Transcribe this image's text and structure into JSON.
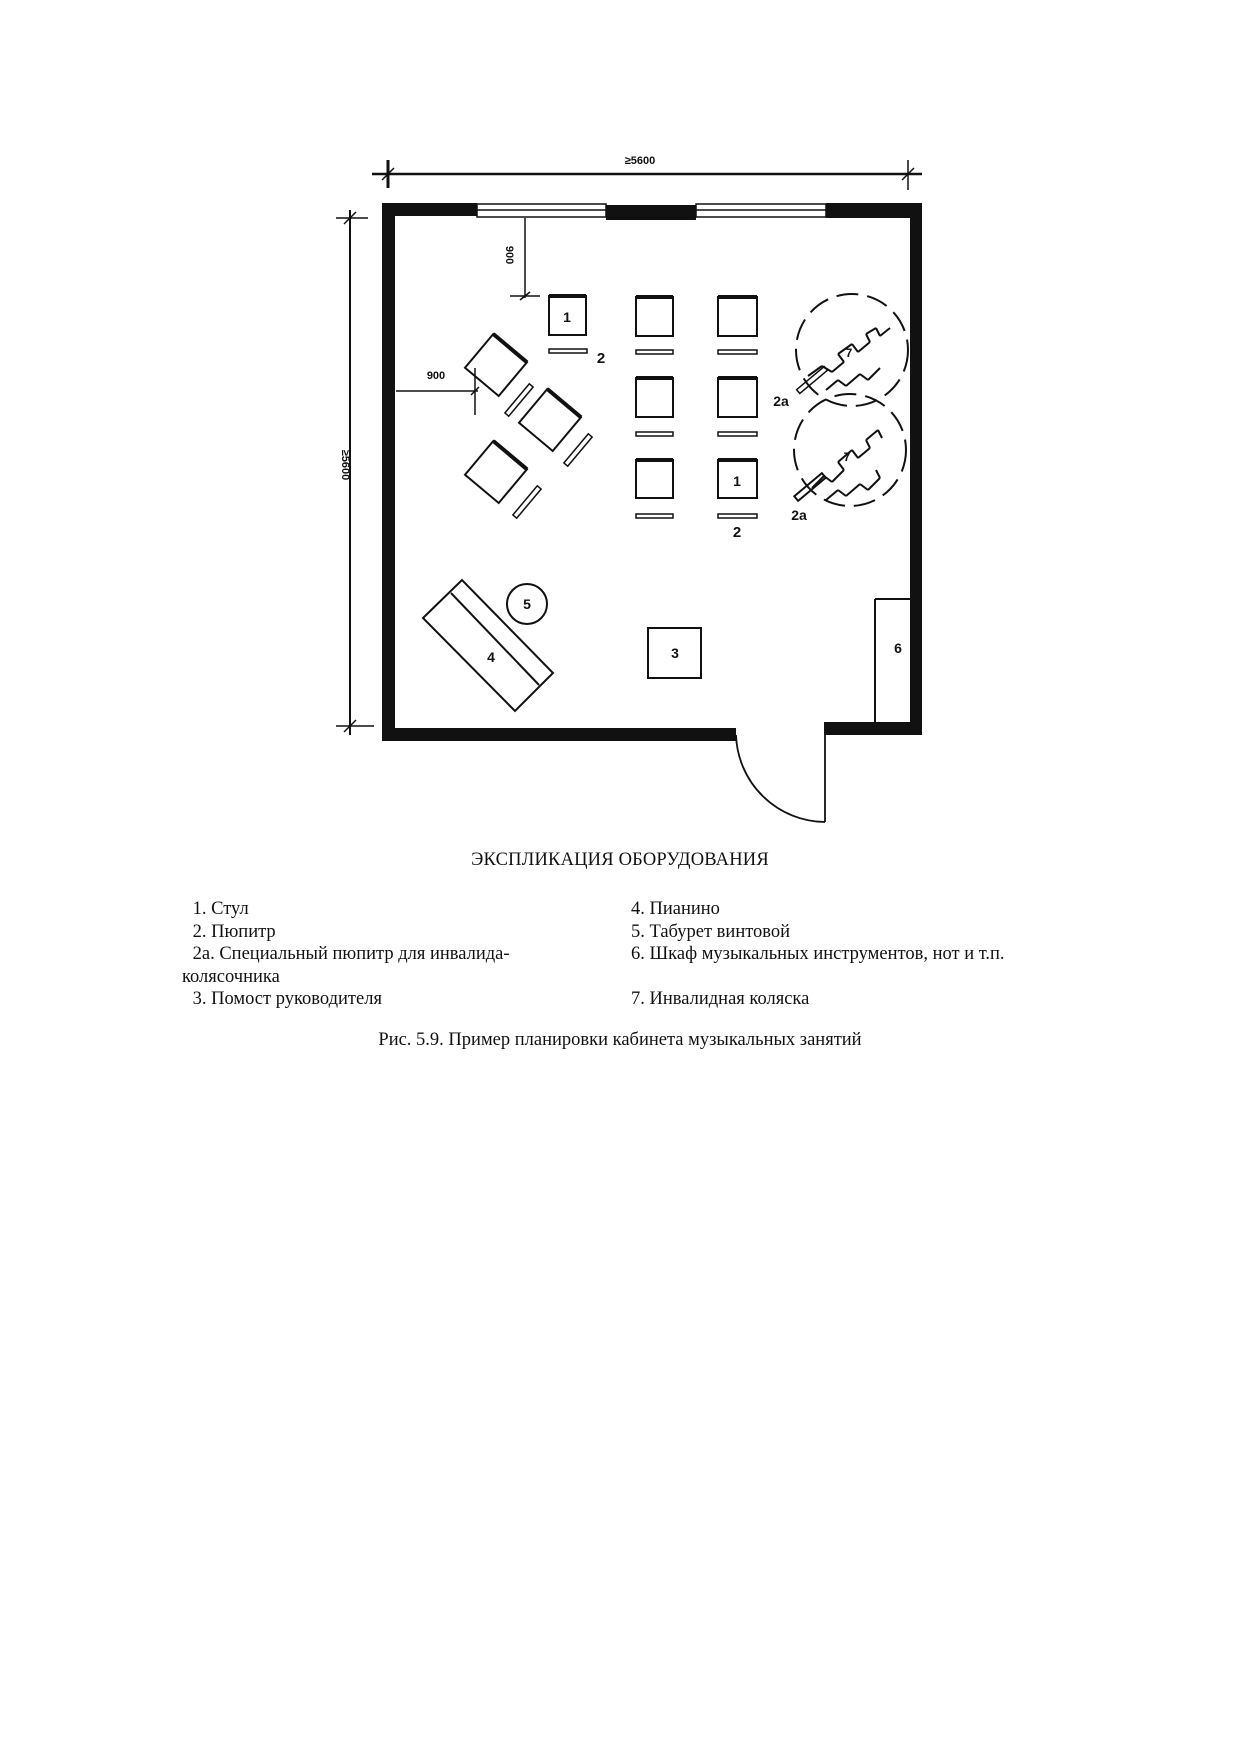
{
  "figure": {
    "dimensions": {
      "width_label": "≥5600",
      "height_label": "≥5600",
      "offset_top": "900",
      "offset_left": "900"
    },
    "labels": {
      "chair": "1",
      "stand": "2",
      "special_stand": "2a",
      "podium": "3",
      "piano": "4",
      "stool": "5",
      "cabinet": "6",
      "wheelchair": "7"
    }
  },
  "legend": {
    "title": "ЭКСПЛИКАЦИЯ ОБОРУДОВАНИЯ",
    "left": [
      {
        "text": " 1. Стул"
      },
      {
        "text": " 2. Пюпитр"
      },
      {
        "text": " 2а. Специальный пюпитр для инвалида-",
        "continuation": "колясочника"
      },
      {
        "text": " 3. Помост руководителя"
      }
    ],
    "right": [
      {
        "text": "4. Пианино"
      },
      {
        "text": "5. Табурет винтовой"
      },
      {
        "text": "6. Шкаф музыкальных инструментов, нот и т.п."
      },
      {
        "text": "7. Инвалидная коляска"
      }
    ]
  },
  "caption": "Рис. 5.9. Пример планировки кабинета музыкальных занятий"
}
